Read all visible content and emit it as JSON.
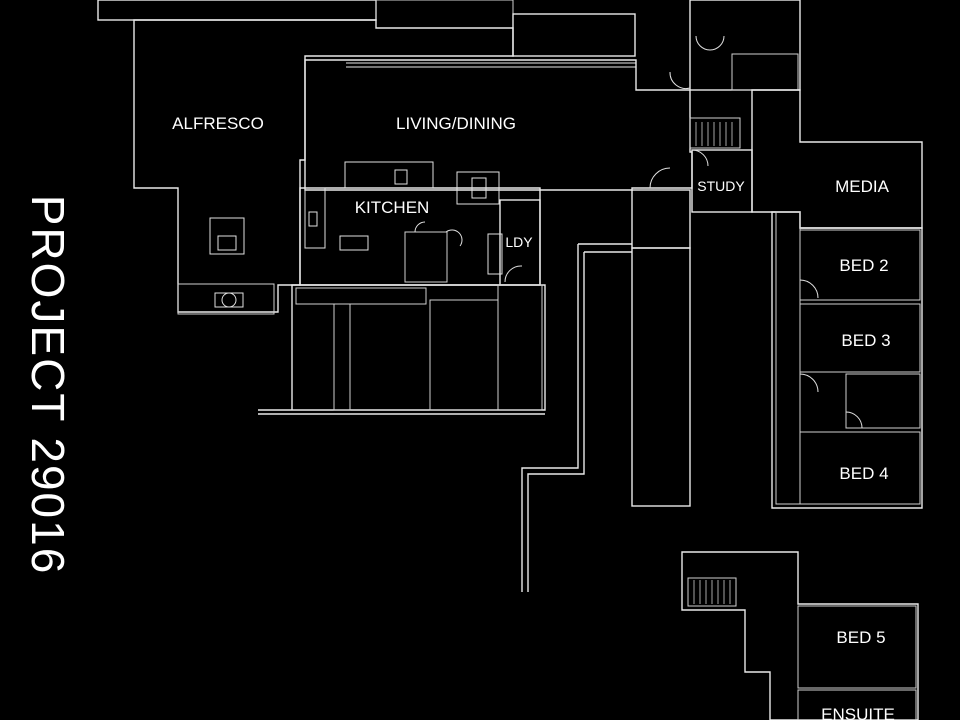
{
  "project_title": "PROJECT 29016",
  "rooms": {
    "alfresco": "ALFRESCO",
    "living_dining": "LIVING/DINING",
    "kitchen": "KITCHEN",
    "study": "STUDY",
    "media": "MEDIA",
    "ldy": "LDY",
    "bed2": "BED 2",
    "bed3": "BED 3",
    "bed4": "BED 4",
    "bed5": "BED 5",
    "ensuite": "ENSUITE"
  },
  "colors": {
    "background": "#000000",
    "linework": "#e9e9e9",
    "floor_fill": "#3a3a3a"
  }
}
